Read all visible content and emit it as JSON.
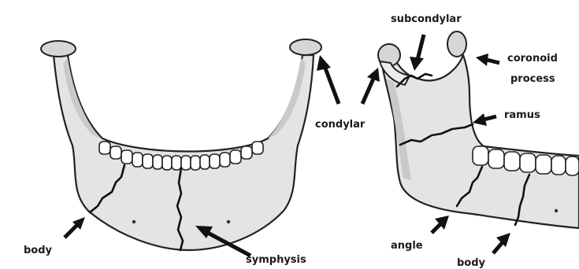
{
  "figure": {
    "labels": {
      "body_left": "body",
      "symphysis": "symphysis",
      "condylar": "condylar",
      "subcondylar": "subcondylar",
      "coronoid_line1": "coronoid",
      "coronoid_line2": "process",
      "ramus": "ramus",
      "angle": "angle",
      "body_right": "body"
    },
    "colors": {
      "bone": "#e4e4e4",
      "outline": "#222222",
      "fracture": "#111111"
    }
  }
}
